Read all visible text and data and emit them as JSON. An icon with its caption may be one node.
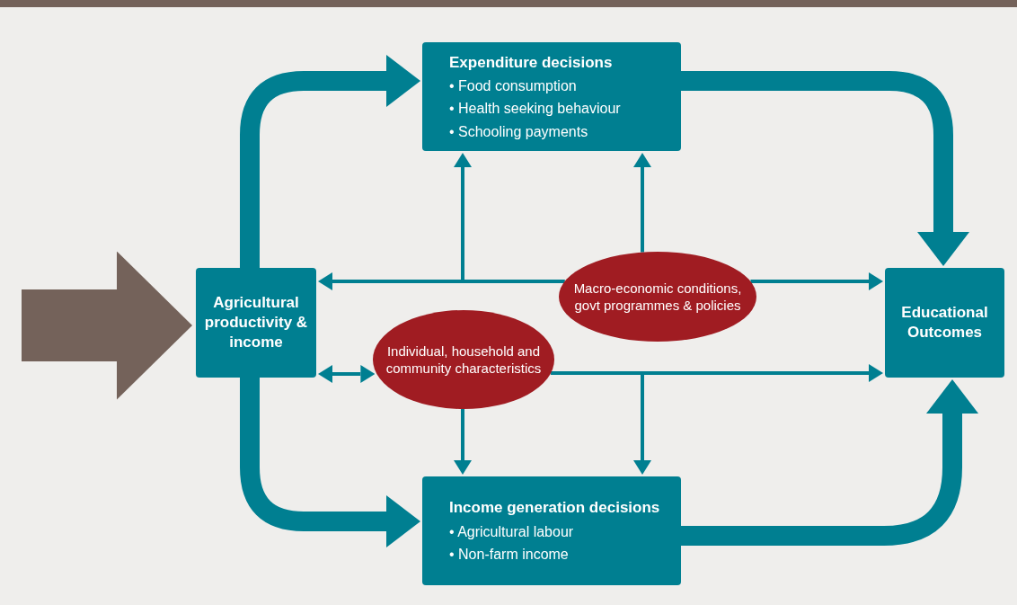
{
  "diagram": {
    "nodes": [
      {
        "text": [
          "Agricultural productivity & income"
        ]
      },
      {
        "text": [
          "Expenditure decisions",
          "• Food consumption",
          "• Health seeking behaviour",
          "• Schooling payments"
        ]
      },
      {
        "text": [
          "Income generation decisions",
          "• Agricultural labour",
          "• Non-farm income"
        ]
      },
      {
        "text": [
          "Educational Outcomes"
        ]
      },
      {
        "text": [
          "Individual, household and community characteristics"
        ]
      },
      {
        "text": [
          "Macro-economic conditions, govt programmes & policies"
        ]
      }
    ],
    "edges": [
      {
        "from": 0,
        "to": 1,
        "arrow": "to",
        "style": "thick"
      },
      {
        "from": 0,
        "to": 2,
        "arrow": "to",
        "style": "thick"
      },
      {
        "from": 1,
        "to": 3,
        "arrow": "to",
        "style": "thick"
      },
      {
        "from": 2,
        "to": 3,
        "arrow": "to",
        "style": "thick"
      },
      {
        "from": 5,
        "to": 0,
        "arrow": "to"
      },
      {
        "from": 5,
        "to": 1,
        "arrow": "to"
      },
      {
        "from": 5,
        "to": 1,
        "arrow": "to"
      },
      {
        "from": 5,
        "to": 3,
        "arrow": "to"
      },
      {
        "from": 4,
        "to": 0,
        "arrow": "both"
      },
      {
        "from": 4,
        "to": 2,
        "arrow": "to"
      },
      {
        "from": 4,
        "to": 2,
        "arrow": "to"
      },
      {
        "from": 4,
        "to": 3,
        "arrow": "to"
      },
      {
        "from": null,
        "to": 0,
        "arrow": "to",
        "style": "thick",
        "color": "#74625a"
      }
    ]
  }
}
